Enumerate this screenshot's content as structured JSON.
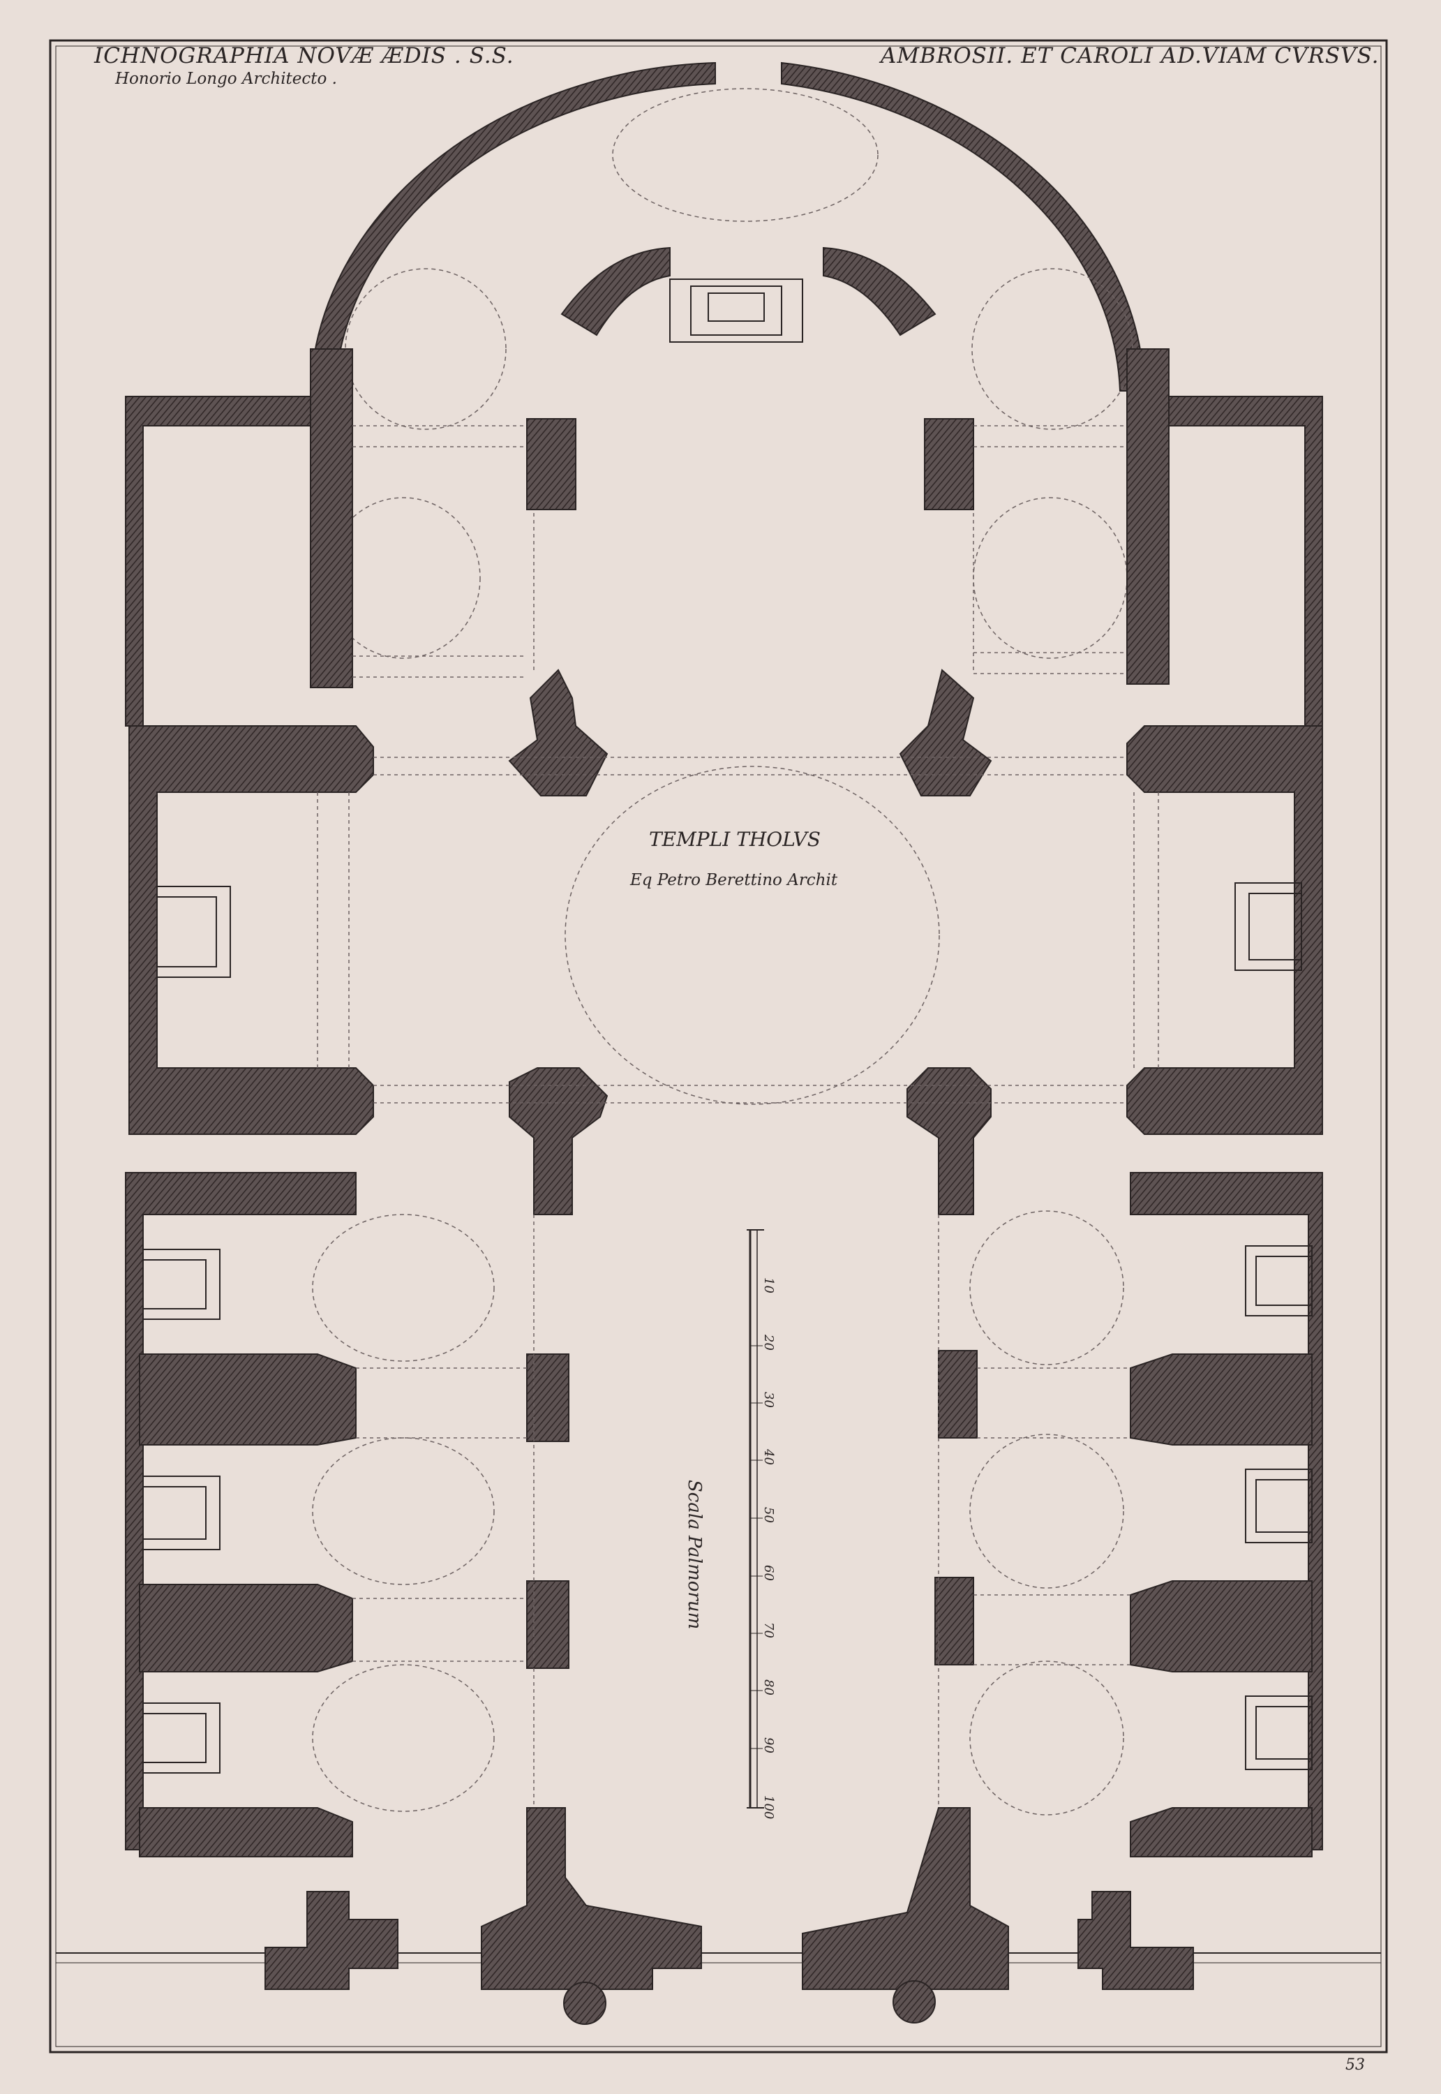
{
  "header": {
    "title_left": "ICHNOGRAPHIA NOVÆ ÆDIS . S.S.",
    "subtitle": "Honorio Longo Architecto .",
    "title_right": "AMBROSII. ET CAROLI AD.VIAM CVRSVS."
  },
  "dome": {
    "title": "TEMPLI THOLVS",
    "subtitle": "Eq Petro Berettino Archit"
  },
  "scale": {
    "label": "Scala Palmorum",
    "ticks": [
      "10",
      "20",
      "30",
      "40",
      "50",
      "60",
      "70",
      "80",
      "90",
      "100"
    ]
  },
  "page_number": "53",
  "colors": {
    "paper": "#e9dfd9",
    "ink": "#2a2424",
    "wall_fill": "#5a4e4e"
  }
}
